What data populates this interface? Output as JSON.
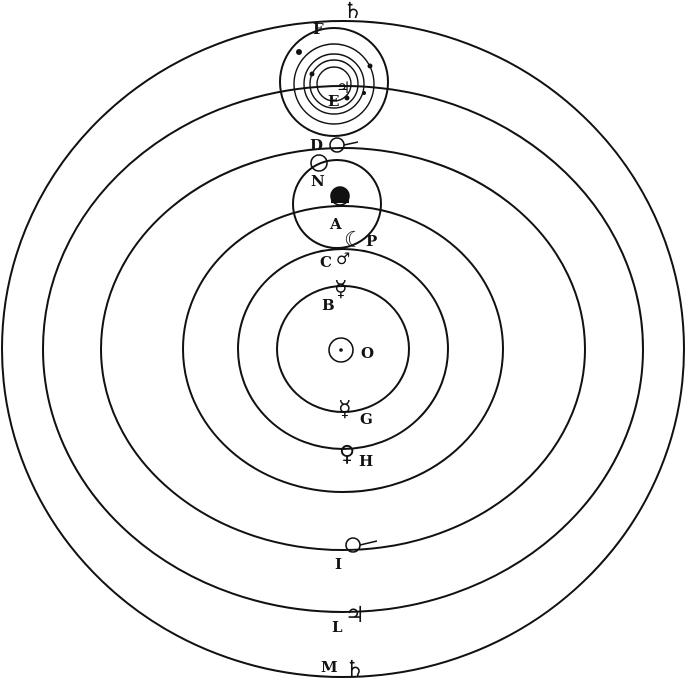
{
  "labels": {
    "F": "F",
    "E": "E",
    "D": "D",
    "N": "N",
    "A": "A",
    "P": "P",
    "C": "C",
    "B": "B",
    "O": "O",
    "G": "G",
    "H": "H",
    "I": "I",
    "L": "L",
    "M": "M"
  },
  "symbols": {
    "saturn": "♄",
    "jupiter": "♃",
    "mars": "♂",
    "venus": "♀",
    "mercury": "☿",
    "moon": "☾",
    "sun": "☉"
  },
  "colors": {
    "ink": "#111111",
    "paper": "#ffffff"
  }
}
